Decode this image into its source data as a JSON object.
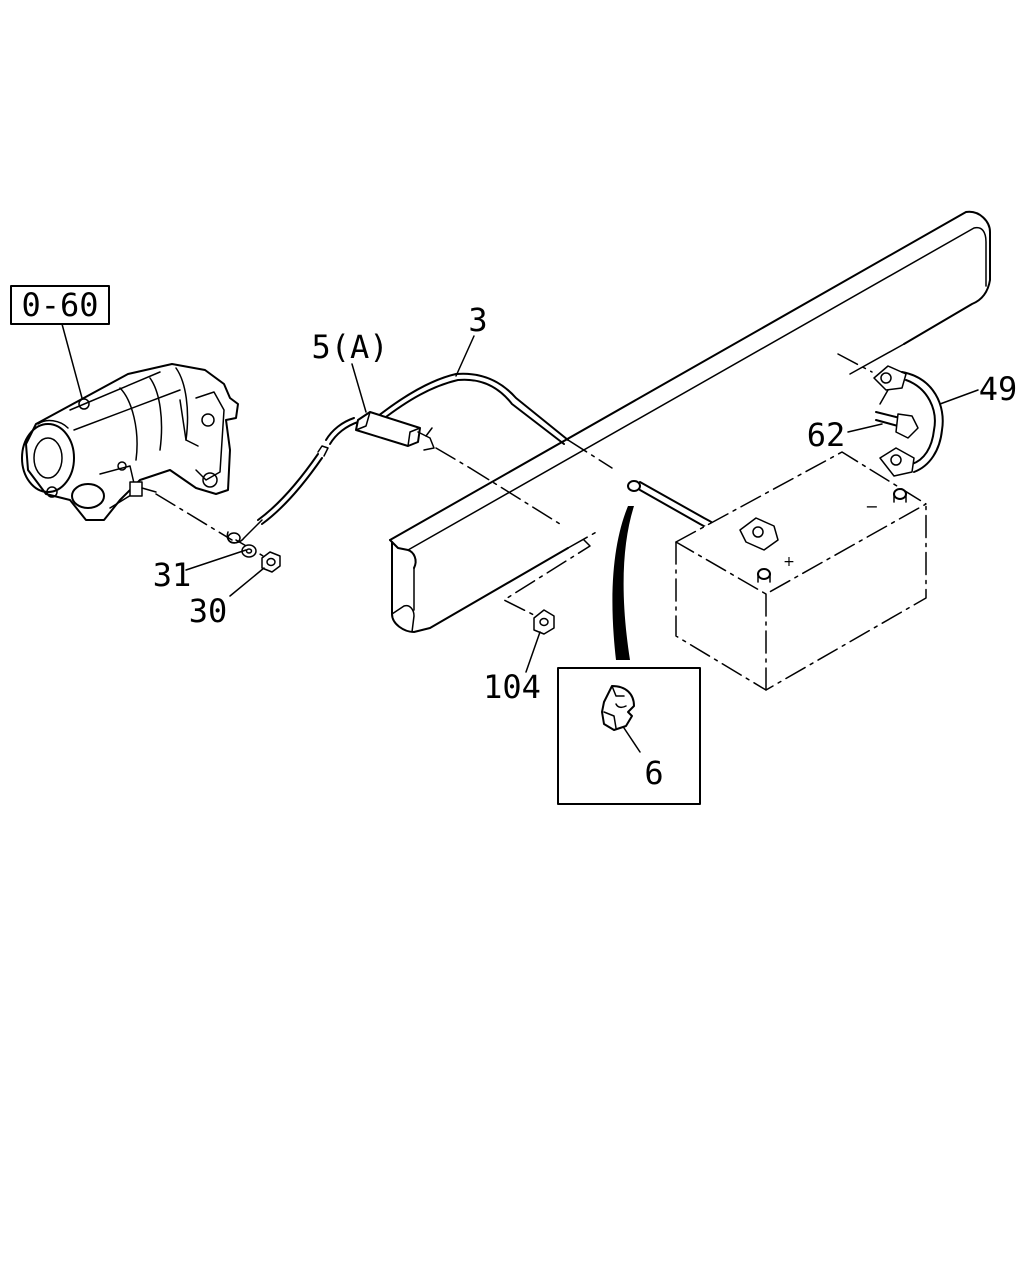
{
  "reference_box": {
    "label": "0-60"
  },
  "callouts": {
    "cable": "3",
    "bracket": "5(A)",
    "clip": "6",
    "nut_small": "30",
    "washer": "31",
    "ground_cable": "49",
    "bolt": "62",
    "nut_frame": "104"
  },
  "battery": {
    "positive_symbol": "+",
    "negative_symbol": "−"
  }
}
